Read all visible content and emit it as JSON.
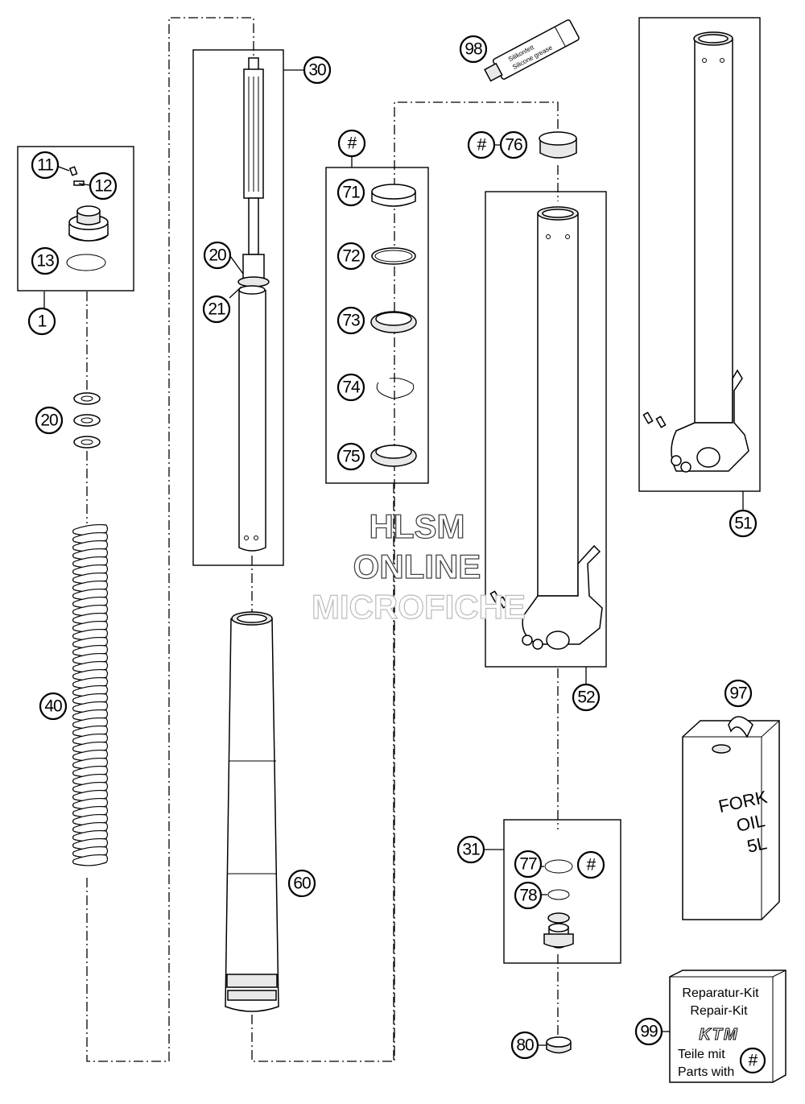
{
  "watermark": {
    "line1": "HLSM",
    "line2": "ONLINE",
    "line3": "MICROFICHE"
  },
  "callouts": {
    "c1": "1",
    "c11": "11",
    "c12": "12",
    "c13": "13",
    "c20a": "20",
    "c20b": "20",
    "c21": "21",
    "c30": "30",
    "c31": "31",
    "c40": "40",
    "c51": "51",
    "c52": "52",
    "c60": "60",
    "c71": "71",
    "c72": "72",
    "c73": "73",
    "c74": "74",
    "c75": "75",
    "c76": "76",
    "c77": "77",
    "c78": "78",
    "c80": "80",
    "c97": "97",
    "c98": "98",
    "c99": "99",
    "hash_kit": "#",
    "hash_76": "#",
    "hash_77": "#"
  },
  "grease_tube": {
    "line1": "Silikonfett",
    "line2": "Silicone grease"
  },
  "oil_can": {
    "line1": "FORK",
    "line2": "OIL",
    "line3": "5L"
  },
  "repair_kit": {
    "title_de": "Reparatur-Kit",
    "title_en": "Repair-Kit",
    "brand": "KTM",
    "parts_de": "Teile mit",
    "parts_en": "Parts with",
    "hash": "#"
  }
}
